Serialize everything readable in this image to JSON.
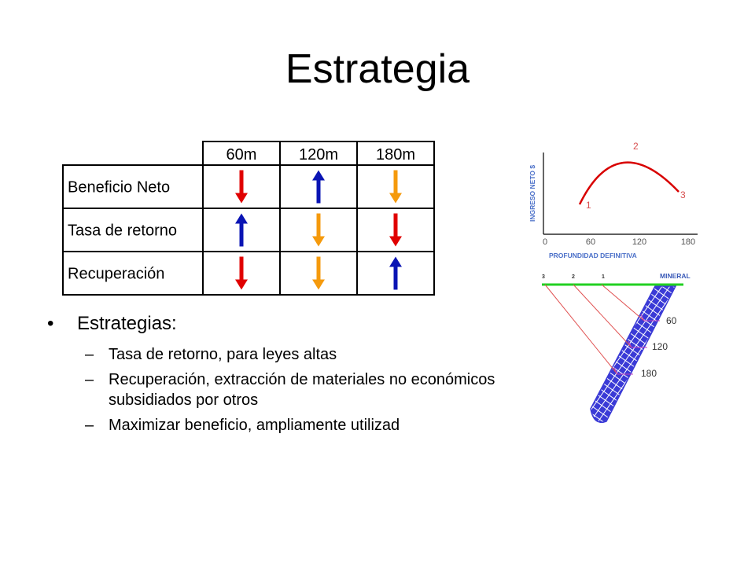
{
  "slide": {
    "title": "Estrategia"
  },
  "table": {
    "headers": [
      "60m",
      "120m",
      "180m"
    ],
    "rows": [
      {
        "label": "Beneficio Neto",
        "arrows": [
          {
            "dir": "down",
            "color": "#e00000"
          },
          {
            "dir": "up",
            "color": "#0a14b4"
          },
          {
            "dir": "down",
            "color": "#f59a0c"
          }
        ]
      },
      {
        "label": "Tasa de retorno",
        "arrows": [
          {
            "dir": "up",
            "color": "#0a14b4"
          },
          {
            "dir": "down",
            "color": "#f59a0c"
          },
          {
            "dir": "down",
            "color": "#e00000"
          }
        ]
      },
      {
        "label": "Recuperación",
        "arrows": [
          {
            "dir": "down",
            "color": "#e00000"
          },
          {
            "dir": "down",
            "color": "#f59a0c"
          },
          {
            "dir": "up",
            "color": "#0a14b4"
          }
        ]
      }
    ]
  },
  "bullets": {
    "main": "Estrategias:",
    "items": [
      "Tasa de retorno, para leyes altas",
      "Recuperación, extracción de materiales no económicos subsidiados por otros",
      "Maximizar beneficio, ampliamente utilizad"
    ]
  },
  "diagram": {
    "graph": {
      "ylabel": "INGRESO NETO $",
      "xlabel": "PROFUNDIDAD DEFINITIVA",
      "ticks": [
        "0",
        "60",
        "120",
        "180"
      ],
      "points": [
        "1",
        "2",
        "3"
      ]
    },
    "section": {
      "mineral_label": "MINERAL",
      "pit_labels": [
        "3",
        "2",
        "1"
      ],
      "depth_labels": [
        "60",
        "120",
        "180"
      ]
    }
  }
}
